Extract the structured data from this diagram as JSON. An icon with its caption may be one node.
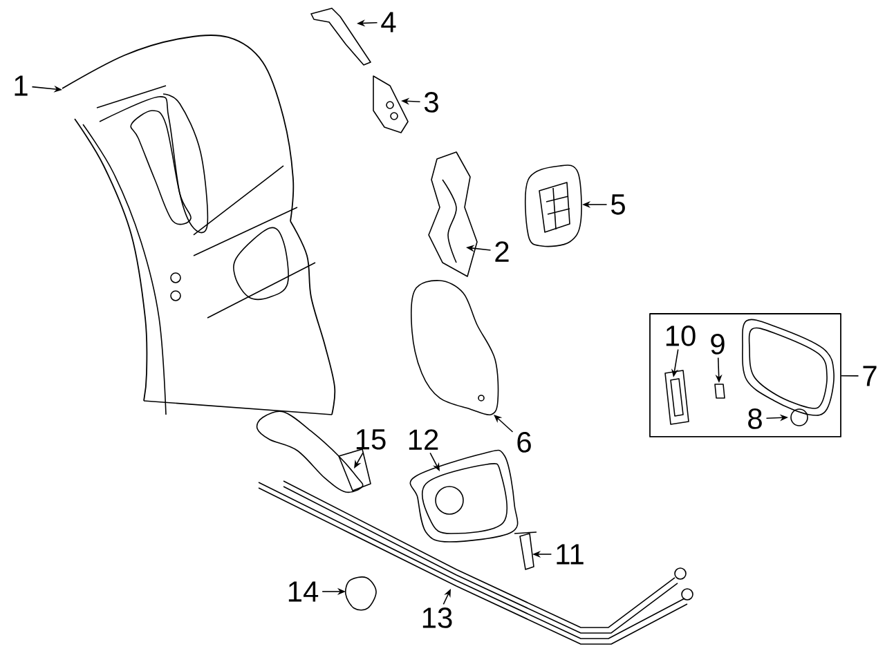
{
  "diagram": {
    "nodes": [
      {
        "text": [
          "4"
        ]
      },
      {
        "text": [
          "3"
        ]
      },
      {
        "text": [
          "1"
        ]
      },
      {
        "text": [
          "5"
        ]
      },
      {
        "text": [
          "2"
        ]
      },
      {
        "text": [
          "6"
        ]
      },
      {
        "text": [],
        "shape": "box"
      },
      {
        "text": [
          "10"
        ],
        "in": 6
      },
      {
        "text": [
          "9"
        ],
        "in": 6
      },
      {
        "text": [
          "8"
        ],
        "in": 6
      },
      {
        "text": [
          "7"
        ]
      },
      {
        "text": [
          "15"
        ]
      },
      {
        "text": [
          "12"
        ]
      },
      {
        "text": [
          "11"
        ]
      },
      {
        "text": [
          "14"
        ]
      },
      {
        "text": [
          "13"
        ]
      }
    ],
    "edges": [
      {
        "from": 0,
        "to": null,
        "arrow": "to"
      },
      {
        "from": 1,
        "to": null,
        "arrow": "to"
      },
      {
        "from": 2,
        "to": null,
        "arrow": "to"
      },
      {
        "from": 3,
        "to": null,
        "arrow": "to"
      },
      {
        "from": 4,
        "to": null,
        "arrow": "to"
      },
      {
        "from": 5,
        "to": null,
        "arrow": "to"
      },
      {
        "from": 7,
        "to": null,
        "arrow": "to"
      },
      {
        "from": 8,
        "to": null,
        "arrow": "to"
      },
      {
        "from": 9,
        "to": null,
        "arrow": "to"
      },
      {
        "from": 10,
        "to": 6,
        "arrow": "none"
      },
      {
        "from": 11,
        "to": null,
        "arrow": "to"
      },
      {
        "from": 12,
        "to": null,
        "arrow": "to"
      },
      {
        "from": 13,
        "to": null,
        "arrow": "to"
      },
      {
        "from": 14,
        "to": null,
        "arrow": "to"
      },
      {
        "from": 15,
        "to": null,
        "arrow": "to"
      }
    ]
  }
}
